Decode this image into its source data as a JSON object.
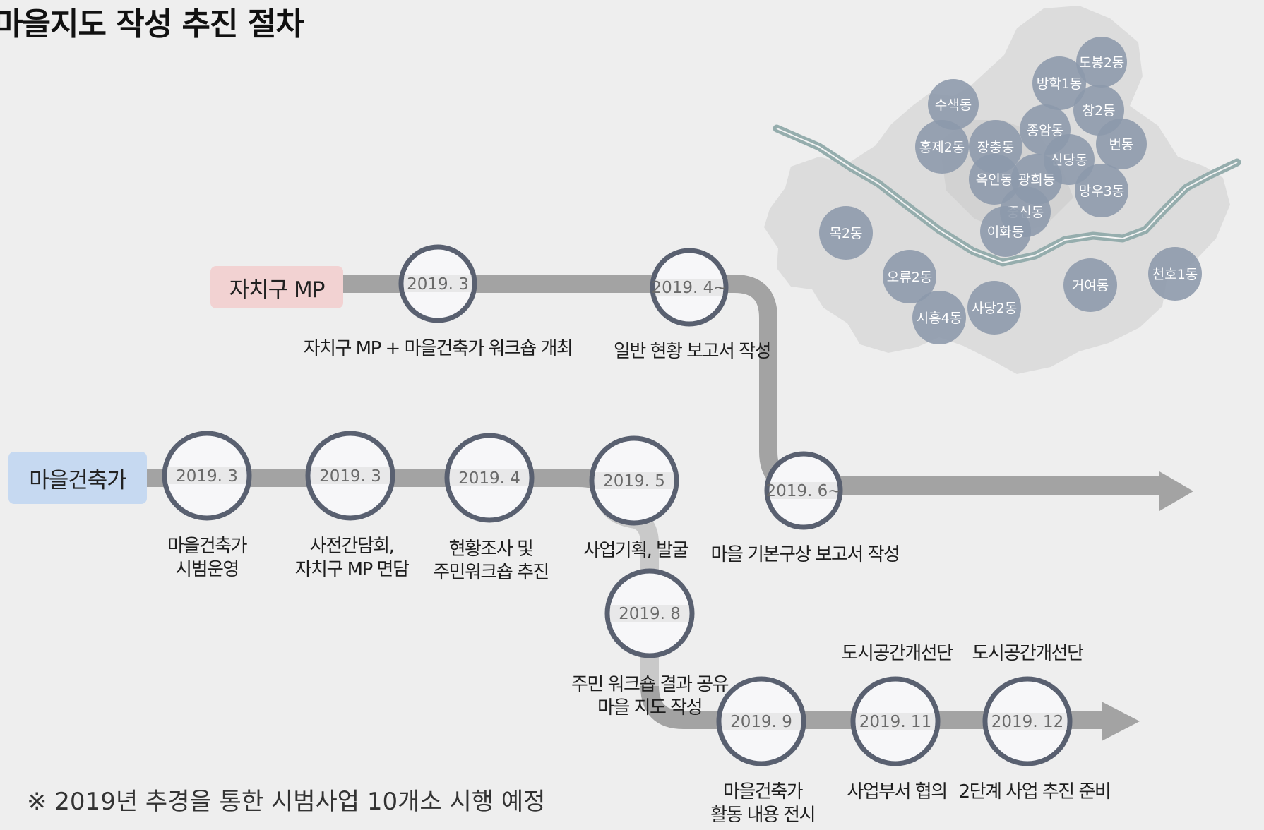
{
  "title": "마을지도 작성 추진 절차",
  "tags": {
    "mp": "자치구 MP",
    "architect": "마을건축가"
  },
  "mp_track": [
    {
      "date": "2019. 3",
      "label": "자치구 MP + 마을건축가 워크숍 개최"
    },
    {
      "date": "2019. 4~",
      "label": "일반 현황 보고서 작성"
    }
  ],
  "architect_track": [
    {
      "date": "2019. 3",
      "label": "마을건축가\n시범운영"
    },
    {
      "date": "2019. 3",
      "label": "사전간담회,\n자치구 MP 면담"
    },
    {
      "date": "2019. 4",
      "label": "현황조사 및\n주민워크숍 추진"
    },
    {
      "date": "2019. 5",
      "label": "사업기획, 발굴"
    },
    {
      "date": "2019. 8",
      "label": "주민 워크숍 결과 공유\n마을 지도 작성"
    }
  ],
  "merge_node": {
    "date": "2019. 6~",
    "label": "마을 기본구상 보고서 작성"
  },
  "bottom_track": [
    {
      "date": "2019. 9",
      "label": "마을건축가\n활동 내용 전시",
      "above": ""
    },
    {
      "date": "2019. 11",
      "label": "사업부서 협의",
      "above": "도시공간개선단"
    },
    {
      "date": "2019. 12",
      "label": "2단계 사업 추진 준비",
      "above": "도시공간개선단"
    }
  ],
  "map_districts": [
    "도봉2동",
    "방학1동",
    "수색동",
    "창2동",
    "종암동",
    "홍제2동",
    "장충동",
    "번동",
    "신당동",
    "옥인동",
    "광희동",
    "망우3동",
    "중신동",
    "목2동",
    "이화동",
    "오류2동",
    "천호1동",
    "거여동",
    "시흥4동",
    "사당2동"
  ],
  "note": "※  2019년 추경을 통한 시범사업 10개소  시행 예정",
  "colors": {
    "line": "#a3a3a3",
    "line_light": "#c9c9c9",
    "node_ring": "#596070",
    "node_fill": "#f7f7f9",
    "mp_tag": "#f2d2d2",
    "architect_tag": "#c6d9f1",
    "district": "#8c98ab",
    "map_fill": "#dcdcdc",
    "river": "#95adad"
  }
}
